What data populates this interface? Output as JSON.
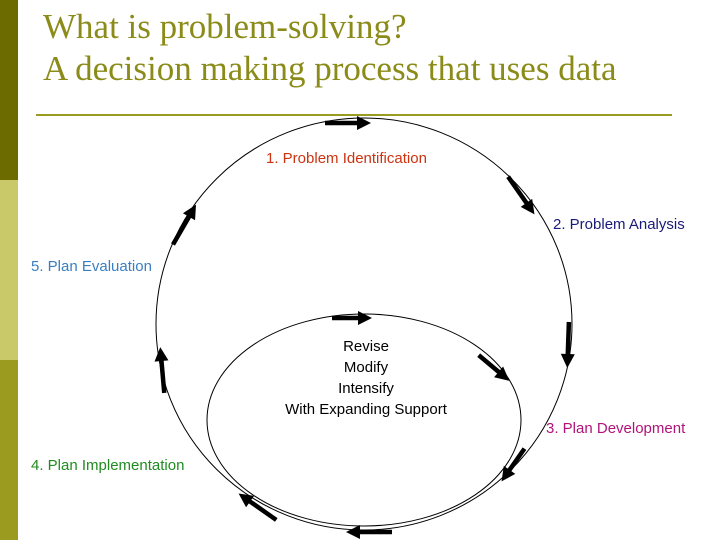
{
  "title": {
    "line1": "What is problem-solving?",
    "line2": "A decision making process that uses data"
  },
  "steps": [
    {
      "label": "1.  Problem Identification",
      "color": "#cc3311"
    },
    {
      "label": "2. Problem Analysis",
      "color": "#1a1a7a"
    },
    {
      "label": "3. Plan Development",
      "color": "#b0147a"
    },
    {
      "label": "4. Plan Implementation",
      "color": "#1f8c1f"
    },
    {
      "label": "5. Plan Evaluation",
      "color": "#3a7fc0"
    }
  ],
  "inner_cycle": [
    "Revise",
    "Modify",
    "Intensify",
    "With Expanding Support"
  ],
  "colors": {
    "title": "#8b8b1a",
    "sidebar": [
      "#6b6b00",
      "#c9c96a",
      "#9b9b1f"
    ]
  }
}
